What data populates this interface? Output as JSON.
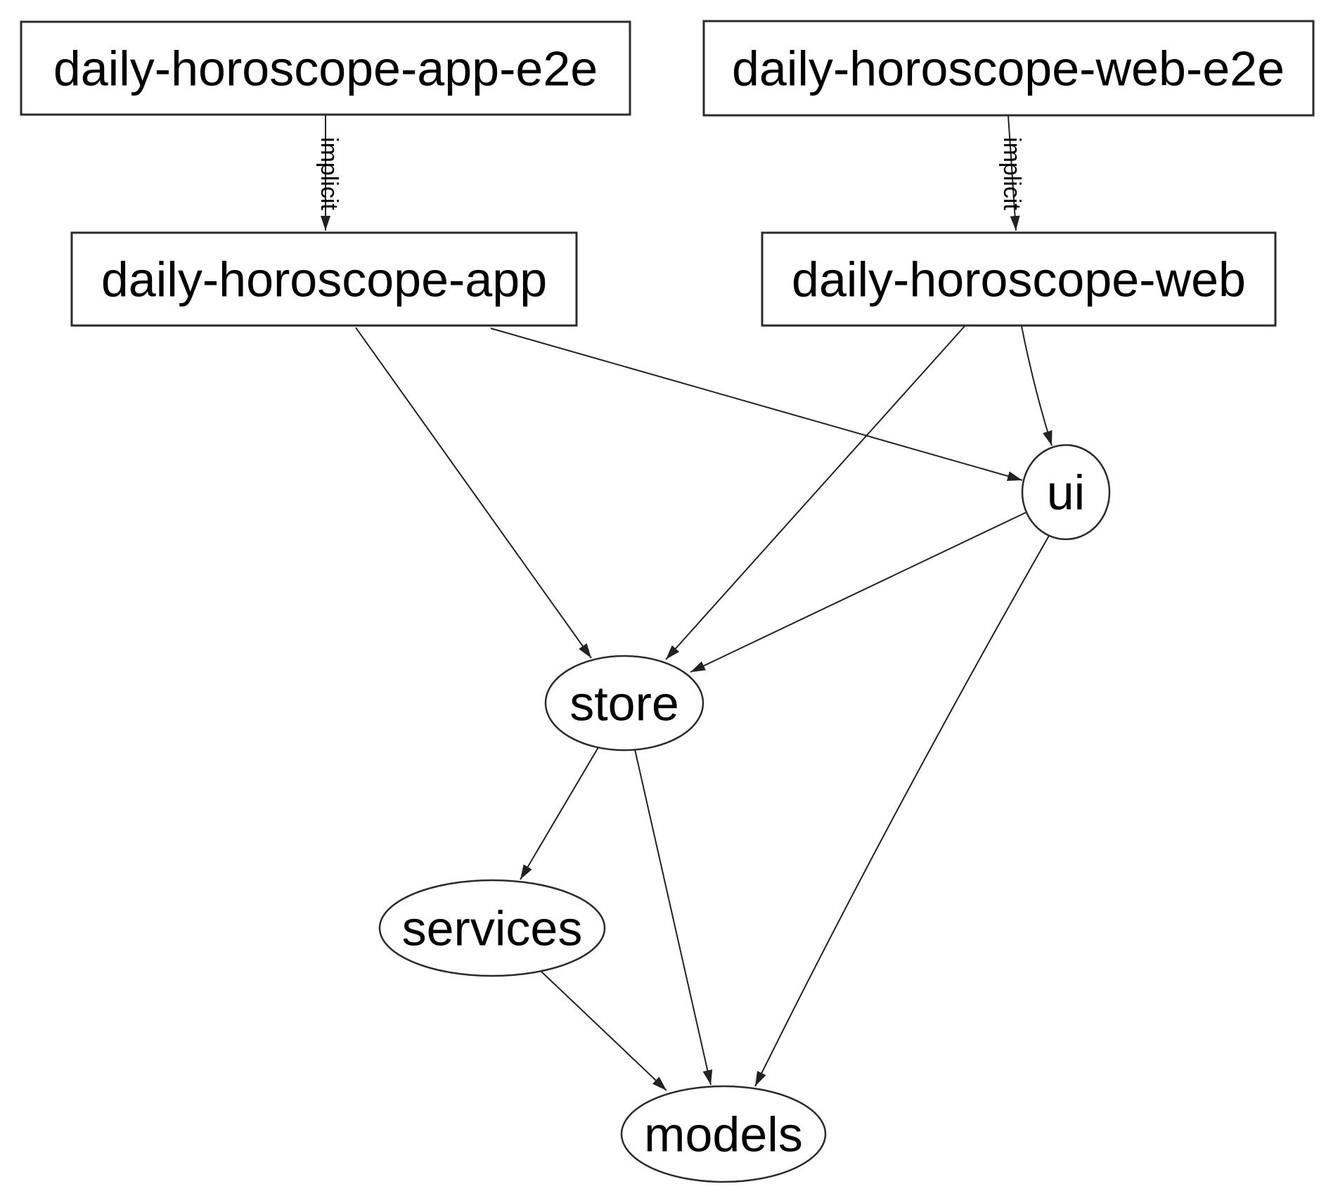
{
  "diagram": {
    "background": "#ffffff",
    "stroke_color": "#222222",
    "nodes": {
      "app_e2e": {
        "label": "daily-horoscope-app-e2e",
        "shape": "rectangle"
      },
      "web_e2e": {
        "label": "daily-horoscope-web-e2e",
        "shape": "rectangle"
      },
      "app": {
        "label": "daily-horoscope-app",
        "shape": "rectangle"
      },
      "web": {
        "label": "daily-horoscope-web",
        "shape": "rectangle"
      },
      "ui": {
        "label": "ui",
        "shape": "ellipse"
      },
      "store": {
        "label": "store",
        "shape": "ellipse"
      },
      "services": {
        "label": "services",
        "shape": "ellipse"
      },
      "models": {
        "label": "models",
        "shape": "ellipse"
      }
    },
    "edges": [
      {
        "from": "daily-horoscope-app-e2e",
        "to": "daily-horoscope-app",
        "label": "implicit"
      },
      {
        "from": "daily-horoscope-web-e2e",
        "to": "daily-horoscope-web",
        "label": "implicit"
      },
      {
        "from": "daily-horoscope-app",
        "to": "store",
        "label": ""
      },
      {
        "from": "daily-horoscope-app",
        "to": "ui",
        "label": ""
      },
      {
        "from": "daily-horoscope-web",
        "to": "store",
        "label": ""
      },
      {
        "from": "daily-horoscope-web",
        "to": "ui",
        "label": ""
      },
      {
        "from": "ui",
        "to": "store",
        "label": ""
      },
      {
        "from": "ui",
        "to": "models",
        "label": ""
      },
      {
        "from": "store",
        "to": "services",
        "label": ""
      },
      {
        "from": "store",
        "to": "models",
        "label": ""
      },
      {
        "from": "services",
        "to": "models",
        "label": ""
      }
    ]
  }
}
